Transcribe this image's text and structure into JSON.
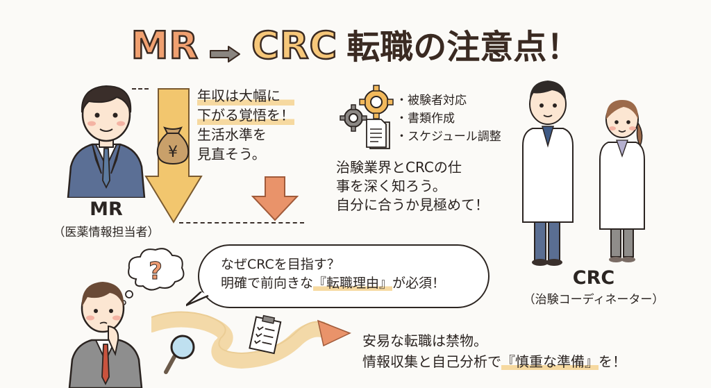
{
  "title": {
    "from": "MR",
    "to": "CRC",
    "suffix": "転職の注意点！",
    "colors": {
      "from": "#f0a070",
      "to": "#f6c77a",
      "arrow": "#8a8580"
    }
  },
  "mr": {
    "label": "MR",
    "sublabel": "（医薬情報担当者）",
    "icon": "businessman-icon"
  },
  "income": {
    "icon": "yen-money-bag-icon",
    "lines": [
      "年収は大幅に",
      "下がる覚悟を！",
      "生活水準を",
      "見直そう。"
    ],
    "highlighted_lines": [
      0,
      1
    ],
    "arrow_colors": {
      "big": "#f2c66e",
      "small": "#e9936a"
    }
  },
  "crc_work": {
    "icons": [
      "gear-icon",
      "document-icon"
    ],
    "bullets": [
      "・被験者対応",
      "・書類作成",
      "・スケジュール調整"
    ],
    "lines": [
      "治験業界とCRCの仕",
      "事を深く知ろう。",
      "自分に合うか見極めて！"
    ]
  },
  "crc": {
    "label": "CRC",
    "sublabel": "（治験コーディネーター）",
    "icon": "lab-coat-people-icon"
  },
  "reason": {
    "line1": "なぜCRCを目指す？",
    "line2_pre": "明確で前向きな",
    "line2_hl": "『転職理由』",
    "line2_post": "が必須！",
    "thought_icon": "question-mark-icon"
  },
  "preparation": {
    "line1": "安易な転職は禁物。",
    "line2_pre": "情報収集と自己分析で",
    "line2_hl": "『慎重な準備』",
    "line2_post": "を！",
    "icons": [
      "magnifier-icon",
      "clipboard-checklist-icon",
      "winding-path-arrow-icon"
    ]
  }
}
